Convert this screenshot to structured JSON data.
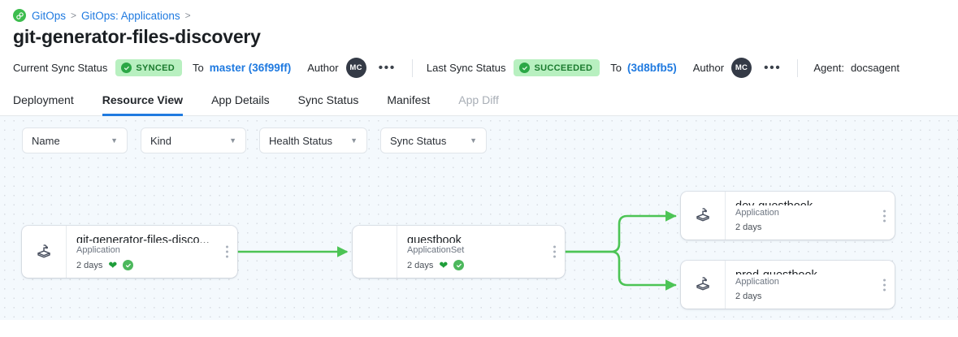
{
  "breadcrumb": {
    "logo_icon": "gitops-logo-icon",
    "items": [
      {
        "label": "GitOps",
        "sep": ">"
      },
      {
        "label": "GitOps: Applications",
        "sep": ">"
      }
    ]
  },
  "header": {
    "title": "git-generator-files-discovery"
  },
  "status_bar": {
    "current_sync": {
      "label": "Current Sync Status",
      "badge": "SYNCED",
      "badge_icon": "check-circle-icon",
      "to_label": "To",
      "revision": "master (36f99ff)",
      "author_label": "Author",
      "avatar_initials": "MC",
      "more_icon": "ellipsis-icon"
    },
    "last_sync": {
      "label": "Last Sync Status",
      "badge": "SUCCEEDED",
      "badge_icon": "check-circle-icon",
      "to_label": "To",
      "revision": "(3d8bfb5)",
      "author_label": "Author",
      "avatar_initials": "MC",
      "more_icon": "ellipsis-icon"
    },
    "agent": {
      "label": "Agent:",
      "value": "docsagent"
    }
  },
  "tabs": [
    {
      "label": "Deployment",
      "state": ""
    },
    {
      "label": "Resource View",
      "state": "active"
    },
    {
      "label": "App Details",
      "state": ""
    },
    {
      "label": "Sync Status",
      "state": ""
    },
    {
      "label": "Manifest",
      "state": ""
    },
    {
      "label": "App Diff",
      "state": "disabled"
    }
  ],
  "filters": [
    {
      "label": "Name",
      "icon": "chevron-down-icon"
    },
    {
      "label": "Kind",
      "icon": "chevron-down-icon"
    },
    {
      "label": "Health Status",
      "icon": "chevron-down-icon"
    },
    {
      "label": "Sync Status",
      "icon": "chevron-down-icon"
    }
  ],
  "graph": {
    "nodes": [
      {
        "id": "root",
        "title": "git-generator-files-disco...",
        "kind": "Application",
        "age": "2 days",
        "icon": "argo-application-icon",
        "has_icon": true,
        "health": "healthy",
        "sync": "synced"
      },
      {
        "id": "appset",
        "title": "guestbook",
        "kind": "ApplicationSet",
        "age": "2 days",
        "icon": "",
        "has_icon": false,
        "health": "healthy",
        "sync": "synced"
      },
      {
        "id": "dev",
        "title": "dev-guestbook",
        "kind": "Application",
        "age": "2 days",
        "icon": "argo-application-icon",
        "has_icon": true,
        "health": "",
        "sync": ""
      },
      {
        "id": "prod",
        "title": "prod-guestbook",
        "kind": "Application",
        "age": "2 days",
        "icon": "argo-application-icon",
        "has_icon": true,
        "health": "",
        "sync": ""
      }
    ],
    "edges": [
      {
        "from": "root",
        "to": "appset"
      },
      {
        "from": "appset",
        "to": "dev"
      },
      {
        "from": "appset",
        "to": "prod"
      }
    ]
  },
  "colors": {
    "link": "#1f7ae0",
    "badge_bg": "#b8f0c0",
    "badge_fg": "#1a7a2e",
    "edge": "#4cc455",
    "health_green": "#1e9e3a",
    "sync_green": "#4cb85c",
    "canvas_bg": "#f4f9fd",
    "accent_underline": "#1f7ae0"
  }
}
